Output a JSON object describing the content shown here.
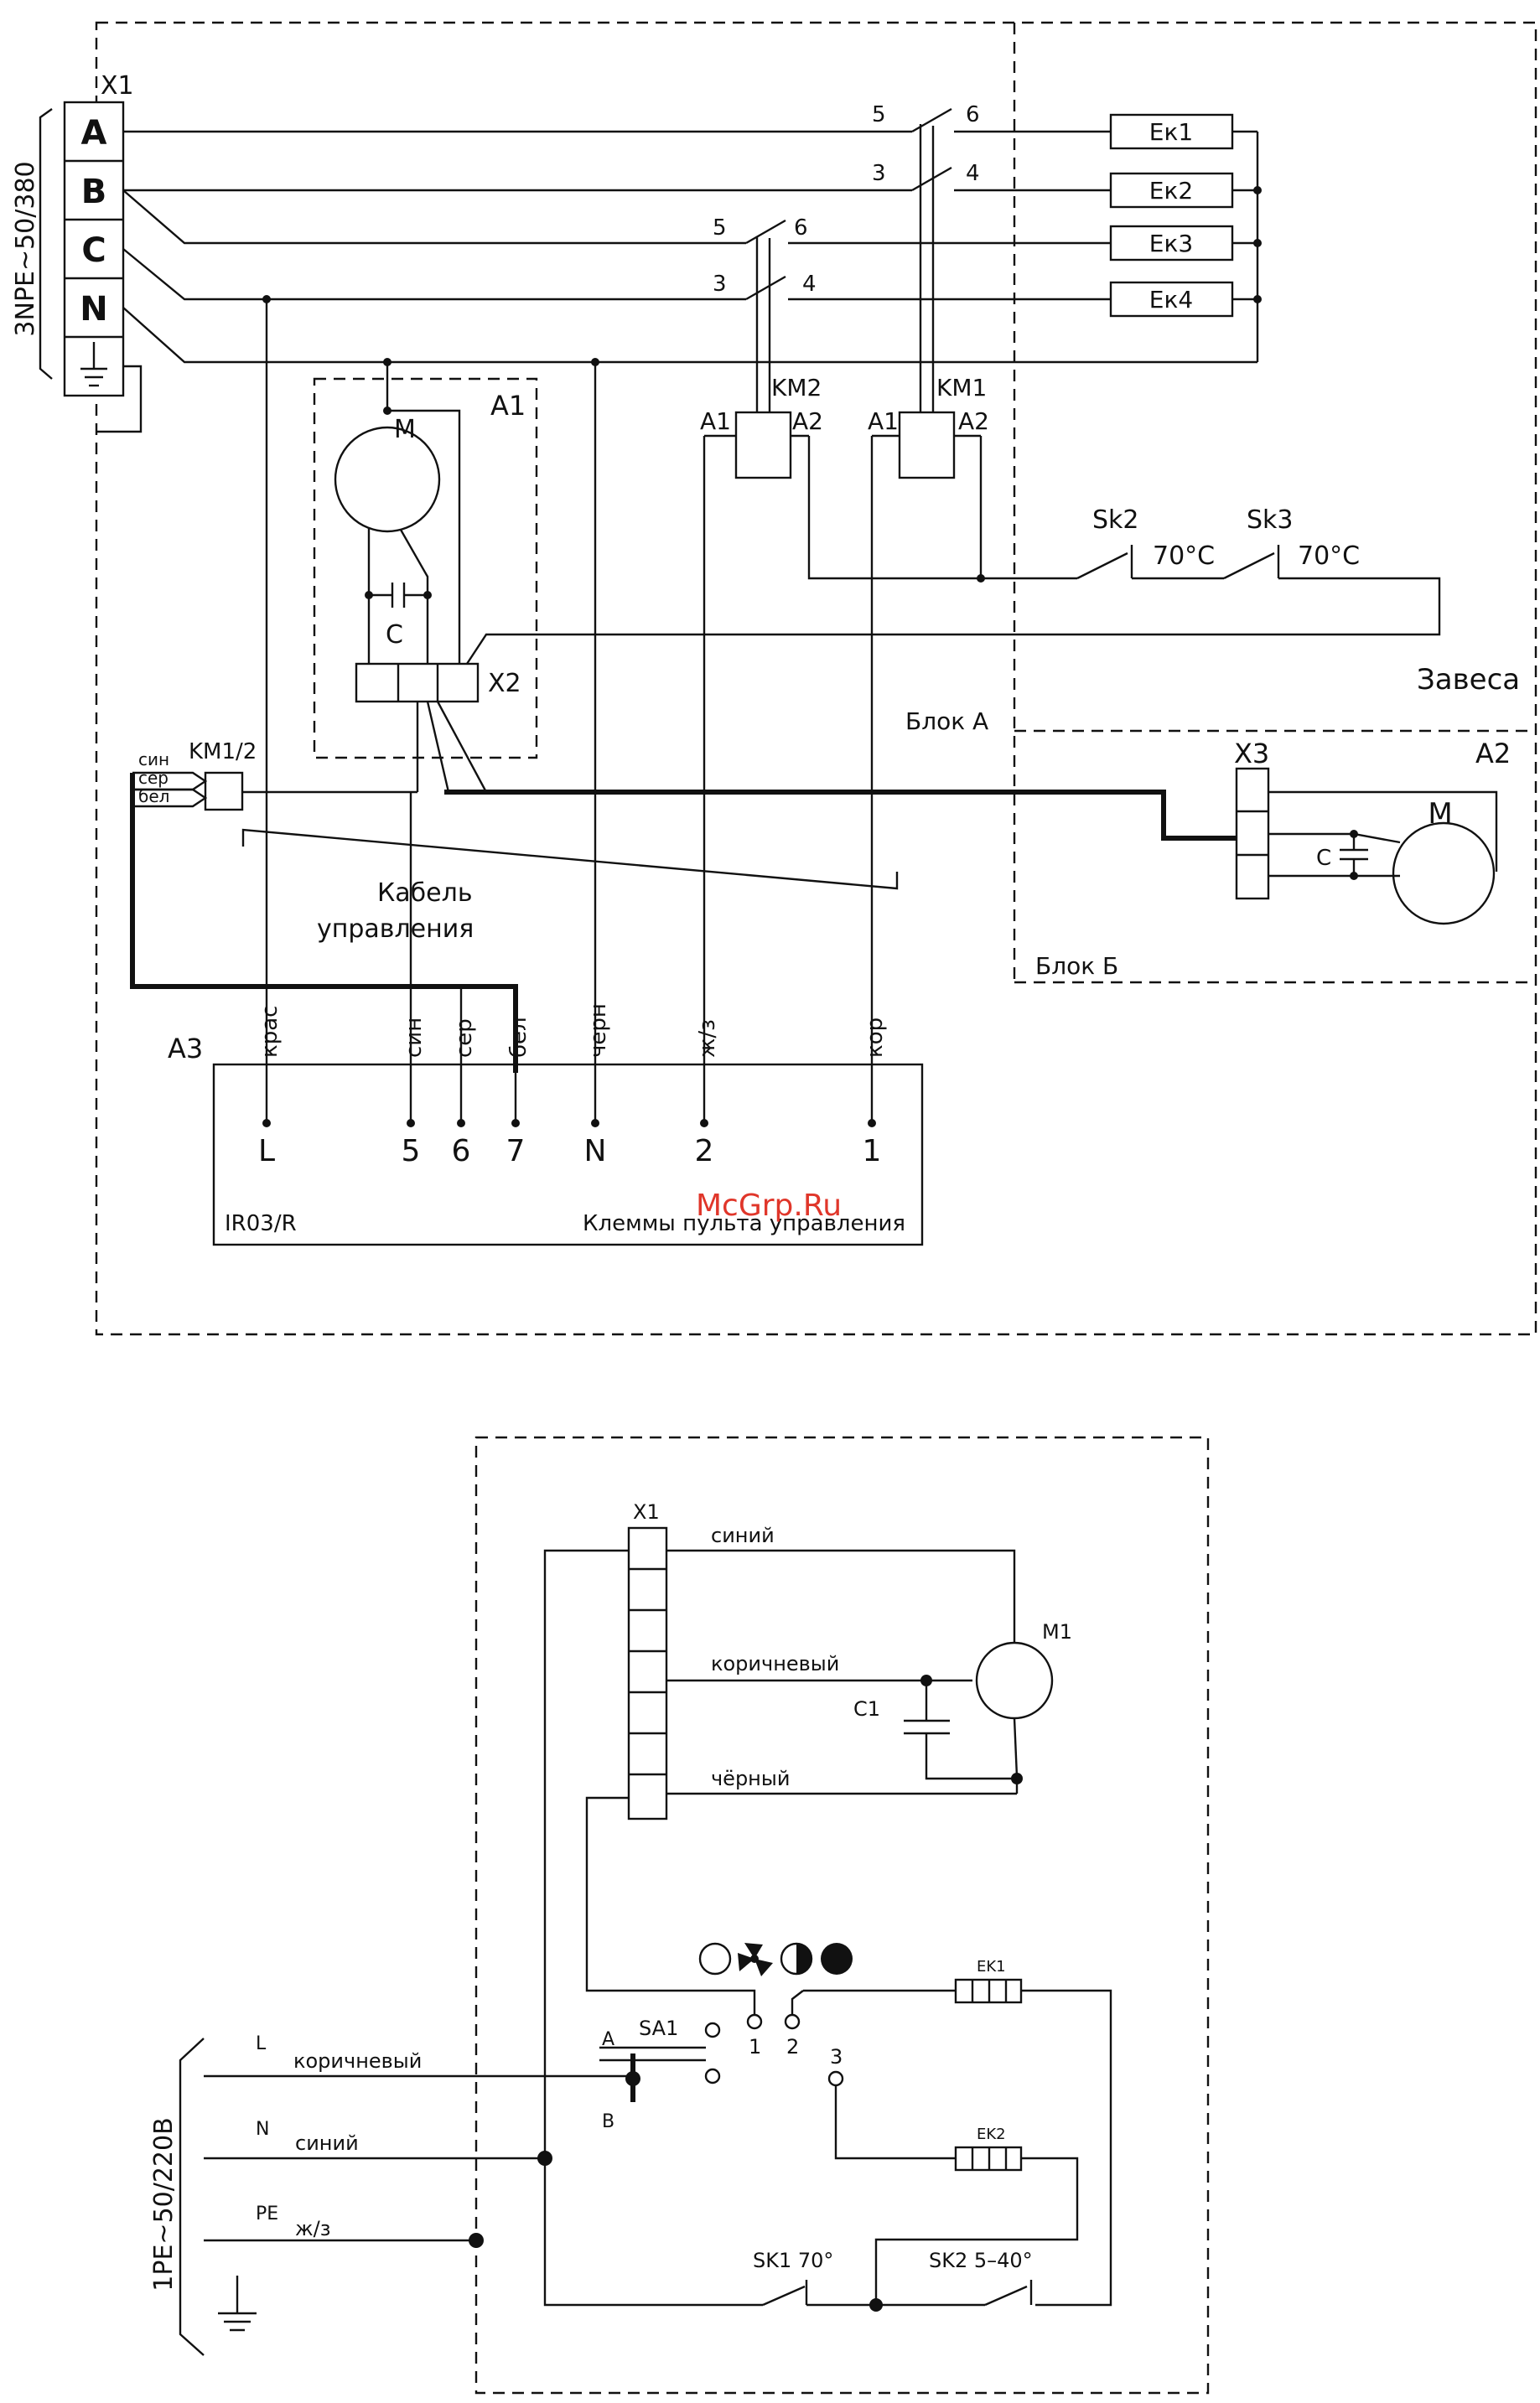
{
  "watermark": "McGrp.Ru",
  "top_diagram": {
    "supply_label": "3NPE~50/380",
    "x1_label": "X1",
    "terminals": [
      "A",
      "B",
      "C",
      "N"
    ],
    "heaters": [
      "Eк1",
      "Eк2",
      "Eк3",
      "Eк4"
    ],
    "contact_nums": [
      "5",
      "6",
      "3",
      "4",
      "5",
      "6",
      "3",
      "4"
    ],
    "km2": "KM2",
    "km1": "KM1",
    "a1_pin": "A1",
    "a2_pin": "A2",
    "a1_block": "A1",
    "motor": "M",
    "capacitor": "C",
    "x2": "X2",
    "sk2": "Sk2",
    "sk3": "Sk3",
    "sk2_temp": "70°C",
    "sk3_temp": "70°C",
    "zavesa": "Завеса",
    "blok_a": "Блок А",
    "km1_2": "KM1/2",
    "wire_sin": "син",
    "wire_ser": "сер",
    "wire_bel": "бел",
    "cable_line1": "Кабель",
    "cable_line2": "управления",
    "x3": "X3",
    "a2_block": "A2",
    "motor2": "M",
    "cap2": "C",
    "blok_b": "Блок Б",
    "a3": "A3",
    "wire_labels": [
      "крас",
      "син",
      "сер",
      "бел",
      "черн",
      "ж/з",
      "кор"
    ],
    "terminal_labels": [
      "L",
      "5",
      "6",
      "7",
      "N",
      "2",
      "1"
    ],
    "panel_model": "IR03/R",
    "panel_caption": "Клеммы пульта управления"
  },
  "bottom_diagram": {
    "x1": "X1",
    "wire_blue": "синий",
    "wire_brown": "коричневый",
    "wire_black": "чёрный",
    "m1": "M1",
    "c1": "C1",
    "sa1": "SA1",
    "pos_a": "A",
    "pos_b": "B",
    "pos_1": "1",
    "pos_2": "2",
    "pos_3": "3",
    "ek1": "EK1",
    "ek2": "EK2",
    "l": "L",
    "l_color": "коричневый",
    "n": "N",
    "n_color": "синий",
    "pe": "PE",
    "pe_color": "ж/з",
    "supply": "1PE~50/220B",
    "sk1": "SK1 70°",
    "sk2": "SK2 5–40°"
  }
}
